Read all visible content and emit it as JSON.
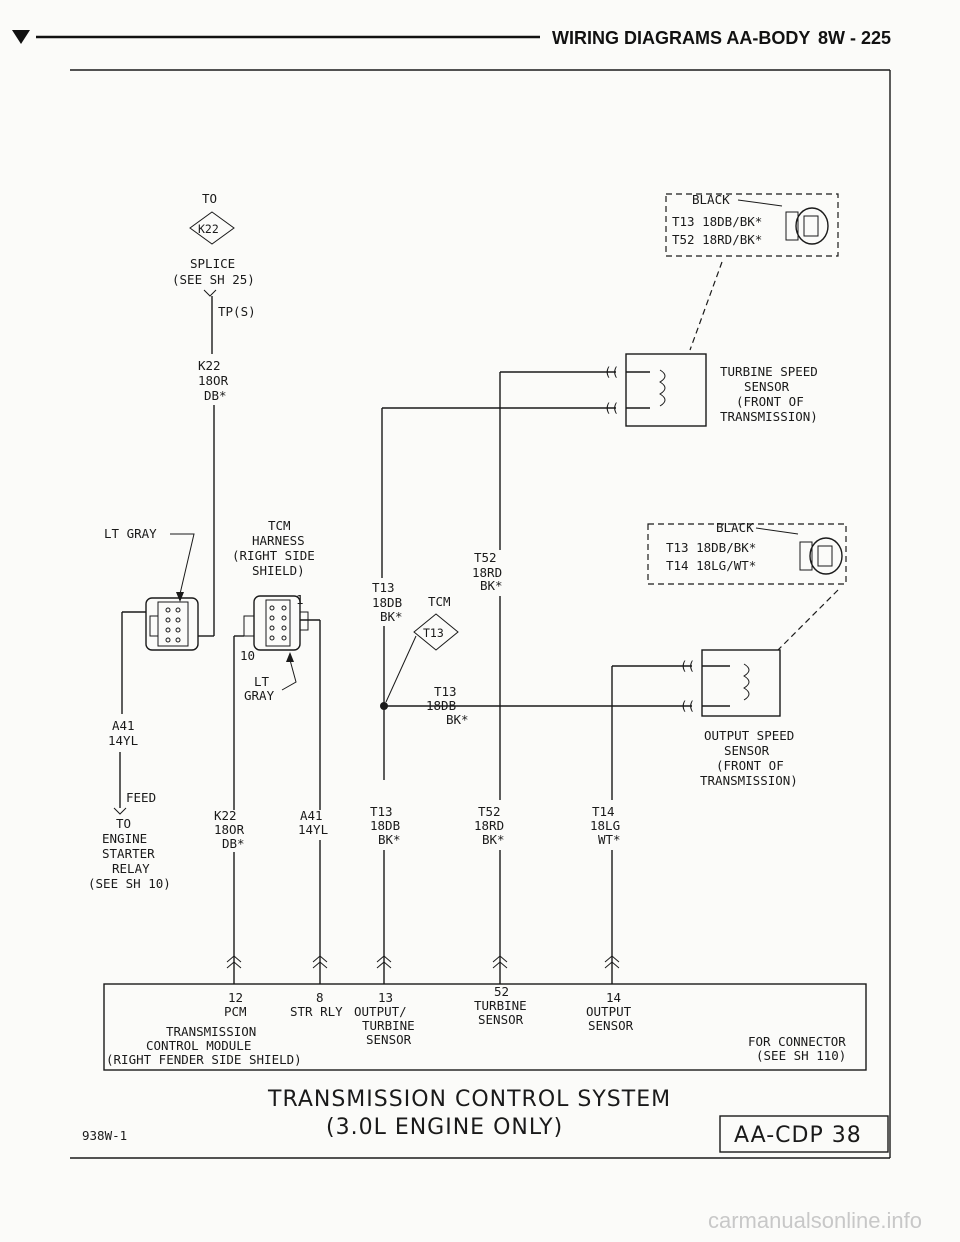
{
  "header": {
    "title": "WIRING DIAGRAMS AA-BODY",
    "page": "8W - 225"
  },
  "splice": {
    "to": "TO",
    "ref": "K22",
    "label1": "SPLICE",
    "label2": "(SEE SH 25)",
    "tp": "TP(S)",
    "wire1": "K22",
    "wire2": "18OR",
    "wire3": "DB*"
  },
  "connector_top": {
    "color": "BLACK",
    "pin1": "T13 18DB/BK*",
    "pin2": "T52 18RD/BK*"
  },
  "turbine_sensor": {
    "line1": "TURBINE SPEED",
    "line2": "SENSOR",
    "line3": "(FRONT OF",
    "line4": "TRANSMISSION)"
  },
  "connector_mid": {
    "color": "BLACK",
    "pin1": "T13 18DB/BK*",
    "pin2": "T14 18LG/WT*"
  },
  "output_sensor": {
    "line1": "OUTPUT SPEED",
    "line2": "SENSOR",
    "line3": "(FRONT OF",
    "line4": "TRANSMISSION)"
  },
  "left": {
    "lt_gray": "LT GRAY",
    "a41": "A41",
    "a41_gauge": "14YL",
    "feed": "FEED",
    "to": "TO",
    "dest1": "ENGINE",
    "dest2": "STARTER",
    "dest3": "RELAY",
    "dest4": "(SEE SH 10)"
  },
  "tcm_harness": {
    "line1": "TCM",
    "line2": "HARNESS",
    "line3": "(RIGHT SIDE",
    "line4": "SHIELD)",
    "pin1": "1",
    "pin10": "10",
    "lt": "LT",
    "gray": "GRAY"
  },
  "wires": {
    "t13a1": "T13",
    "t13a2": "18DB",
    "t13a3": "BK*",
    "t52a1": "T52",
    "t52a2": "18RD",
    "t52a3": "BK*",
    "tcm": "TCM",
    "tcm_ref": "T13",
    "t13b1": "T13",
    "t13b2": "18DB",
    "t13b3": "BK*",
    "k22b1": "K22",
    "k22b2": "18OR",
    "k22b3": "DB*",
    "a41b1": "A41",
    "a41b2": "14YL",
    "t13c1": "T13",
    "t13c2": "18DB",
    "t13c3": "BK*",
    "t52b1": "T52",
    "t52b2": "18RD",
    "t52b3": "BK*",
    "t14b1": "T14",
    "t14b2": "18LG",
    "t14b3": "WT*"
  },
  "pcm": {
    "pin12": "12",
    "pin12_l": "PCM",
    "pin8": "8",
    "pin8_l": "STR RLY",
    "pin13": "13",
    "pin13_l1": "OUTPUT/",
    "pin13_l2": "TURBINE",
    "pin13_l3": "SENSOR",
    "pin52": "52",
    "pin52_l1": "TURBINE",
    "pin52_l2": "SENSOR",
    "pin14": "14",
    "pin14_l1": "OUTPUT",
    "pin14_l2": "SENSOR",
    "module1": "TRANSMISSION",
    "module2": "CONTROL MODULE",
    "module3": "(RIGHT FENDER SIDE SHIELD)",
    "conn1": "FOR CONNECTOR",
    "conn2": "(SEE SH 110)"
  },
  "footer": {
    "title1": "TRANSMISSION CONTROL SYSTEM",
    "title2": "(3.0L ENGINE ONLY)",
    "code": "938W-1",
    "ref": "AA-CDP 38"
  },
  "watermark": "carmanualsonline.info"
}
